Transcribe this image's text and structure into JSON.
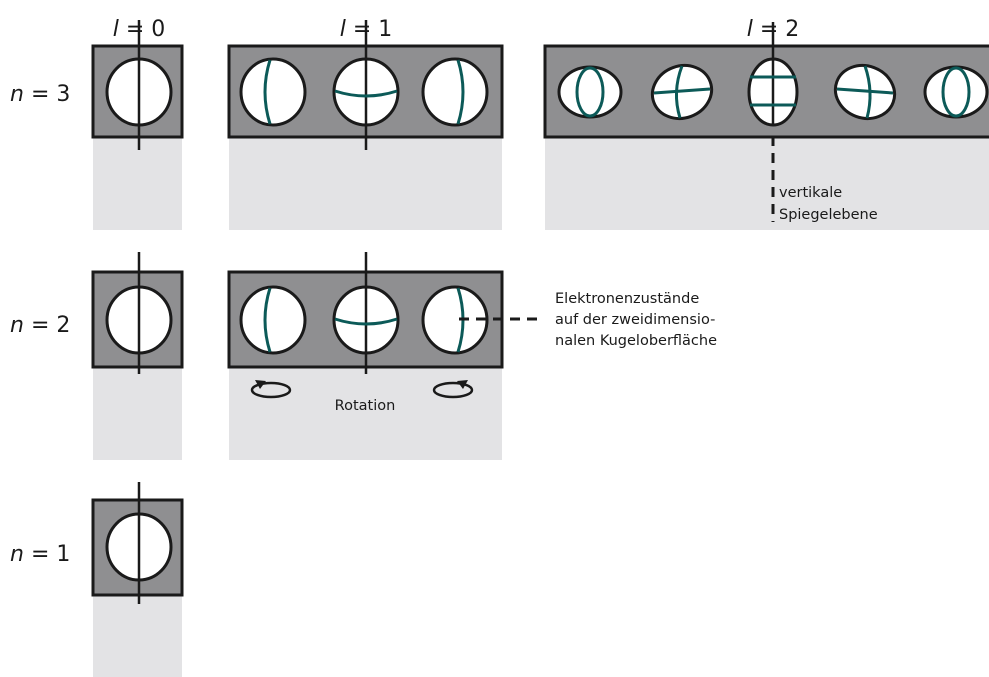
{
  "colors": {
    "dark_panel": "#8f8f91",
    "light_panel": "#e3e3e5",
    "outline": "#1a1a1a",
    "orbital_line": "#0c5a58",
    "sphere_fill": "#ffffff"
  },
  "column_labels": {
    "l0": {
      "var": "l",
      "eq": " = 0"
    },
    "l1": {
      "var": "l",
      "eq": " = 1"
    },
    "l2": {
      "var": "l",
      "eq": " = 2"
    }
  },
  "row_labels": {
    "n3": {
      "var": "n",
      "eq": " = 3"
    },
    "n2": {
      "var": "n",
      "eq": " = 2"
    },
    "n1": {
      "var": "n",
      "eq": " = 1"
    }
  },
  "annotations": {
    "mirror_plane": [
      "vertikale",
      "Spiegelebene"
    ],
    "surface_states": [
      "Elektronenzustände",
      "auf der zweidimensio-",
      "nalen Kugeloberfläche"
    ],
    "rotation": "Rotation"
  }
}
